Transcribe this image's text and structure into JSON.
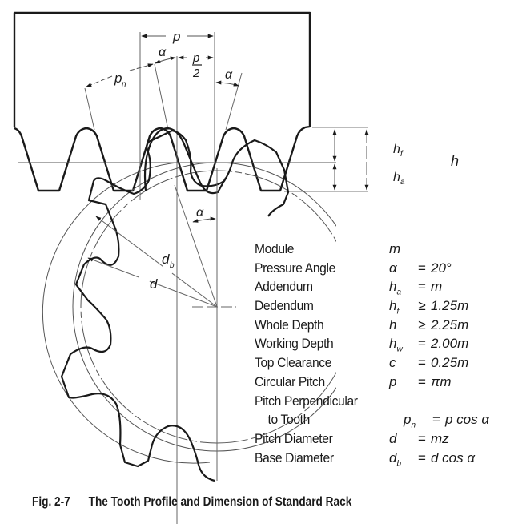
{
  "diagram": {
    "labels": {
      "pitch": "p",
      "half_pitch_num": "p",
      "half_pitch_den": "2",
      "normal_pitch": "p",
      "normal_pitch_sub": "n",
      "alpha_top_left": "α",
      "alpha_top_right": "α",
      "alpha_gear": "α",
      "dedendum": "h",
      "dedendum_sub": "f",
      "addendum": "h",
      "addendum_sub": "a",
      "whole_depth": "h",
      "base_diameter": "d",
      "base_diameter_sub": "b",
      "pitch_diameter": "d"
    }
  },
  "specs": [
    {
      "name": "Module",
      "symbol": "m",
      "sub": "",
      "op": "",
      "value": ""
    },
    {
      "name": "Pressure Angle",
      "symbol": "α",
      "sub": "",
      "op": "=",
      "value": "20°"
    },
    {
      "name": "Addendum",
      "symbol": "h",
      "sub": "a",
      "op": "=",
      "value": "m"
    },
    {
      "name": "Dedendum",
      "symbol": "h",
      "sub": "f",
      "op": "≥",
      "value": "1.25m"
    },
    {
      "name": "Whole Depth",
      "symbol": "h",
      "sub": "",
      "op": "≥",
      "value": "2.25m"
    },
    {
      "name": "Working Depth",
      "symbol": "h",
      "sub": "w",
      "op": "=",
      "value": "2.00m"
    },
    {
      "name": "Top Clearance",
      "symbol": "c",
      "sub": "",
      "op": "=",
      "value": "0.25m"
    },
    {
      "name": "Circular Pitch",
      "symbol": "p",
      "sub": "",
      "op": "=",
      "value": "πm"
    },
    {
      "name": "Pitch Perpendicular",
      "symbol": "",
      "sub": "",
      "op": "",
      "value": ""
    },
    {
      "name": "to Tooth",
      "symbol": "p",
      "sub": "n",
      "op": "=",
      "value": "p cos α"
    },
    {
      "name": "Pitch Diameter",
      "symbol": "d",
      "sub": "",
      "op": "=",
      "value": "mz"
    },
    {
      "name": "Base Diameter",
      "symbol": "d",
      "sub": "b",
      "op": "=",
      "value": "d cos α"
    }
  ],
  "caption": {
    "figure_number": "Fig. 2-7",
    "title": "The Tooth Profile and Dimension of  Standard Rack"
  }
}
